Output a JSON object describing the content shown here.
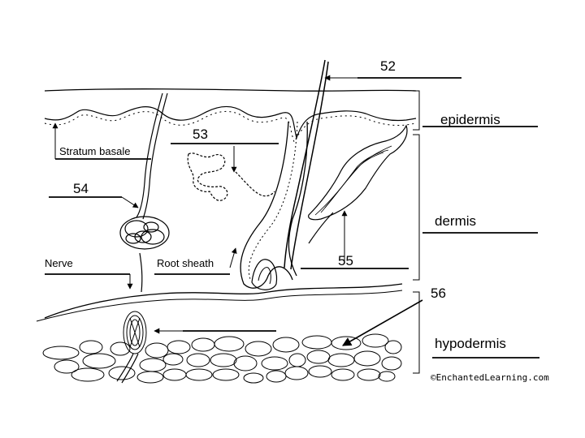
{
  "diagram": {
    "labels": {
      "n52": "52",
      "n53": "53",
      "n54": "54",
      "n55": "55",
      "n56": "56",
      "stratum_basale": "Stratum basale",
      "nerve": "Nerve",
      "root_sheath": "Root sheath",
      "epidermis": "epidermis",
      "dermis": "dermis",
      "hypodermis": "hypodermis"
    },
    "credit": "©EnchantedLearning.com"
  }
}
